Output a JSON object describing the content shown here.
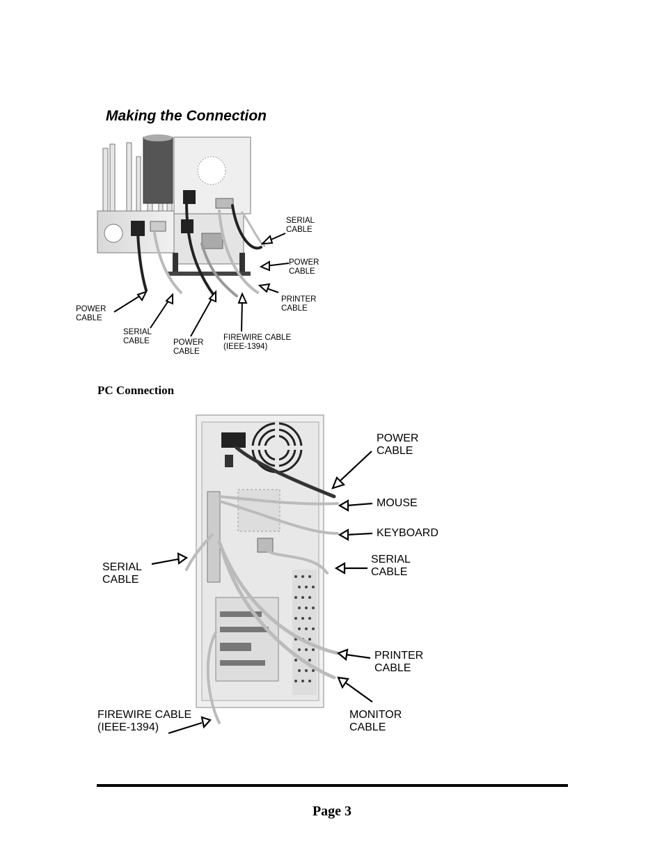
{
  "heading": "Making the Connection",
  "figure1": {
    "labels": {
      "serial_right": [
        "SERIAL",
        "CABLE"
      ],
      "power_right": [
        "POWER",
        "CABLE"
      ],
      "printer_right": [
        "PRINTER",
        "CABLE"
      ],
      "power_left": [
        "POWER",
        "CABLE"
      ],
      "serial_bottom": [
        "SERIAL",
        "CABLE"
      ],
      "power_bottom": [
        "POWER",
        "CABLE"
      ],
      "firewire": [
        "FIREWIRE CABLE",
        "(IEEE-1394)"
      ]
    }
  },
  "subheading": "PC Connection",
  "figure2": {
    "labels": {
      "power": [
        "POWER",
        "CABLE"
      ],
      "mouse": [
        "MOUSE"
      ],
      "keyboard": [
        "KEYBOARD"
      ],
      "serial_right": [
        "SERIAL",
        "CABLE"
      ],
      "serial_left": [
        "SERIAL",
        "CABLE"
      ],
      "printer": [
        "PRINTER",
        "CABLE"
      ],
      "monitor": [
        "MONITOR",
        "CABLE"
      ],
      "firewire": [
        "FIREWIRE CABLE",
        "(IEEE-1394)"
      ]
    }
  },
  "footer": {
    "page_label": "Page 3"
  }
}
